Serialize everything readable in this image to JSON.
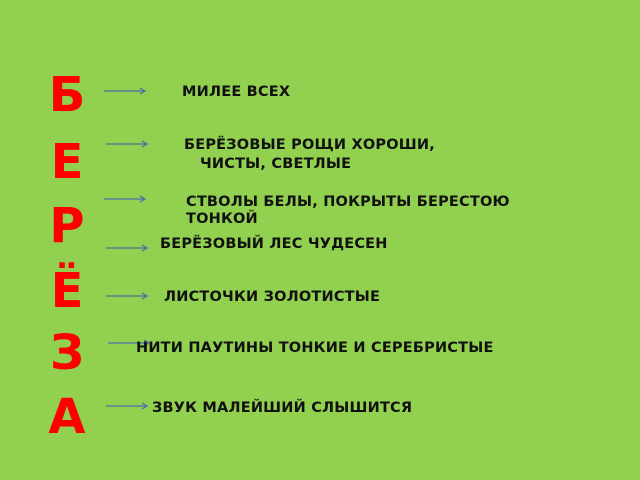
{
  "word_letters": [
    "Б",
    "Е",
    "Р",
    "Ё",
    "З",
    "А"
  ],
  "lines": [
    "МИЛЕЕ ВСЕХ",
    "БЕРЁЗОВЫЕ РОЩИ ХОРОШИ,",
    "ЧИСТЫ, СВЕТЛЫЕ",
    "СТВОЛЫ БЕЛЫ, ПОКРЫТЫ БЕРЕСТОЮ",
    "ТОНКОЙ",
    "БЕРЁЗОВЫЙ ЛЕС ЧУДЕСЕН",
    "ЛИСТОЧКИ ЗОЛОТИСТЫЕ",
    "НИТИ ПАУТИНЫ ТОНКИЕ И СЕРЕБРИСТЫЕ",
    "ЗВУК МАЛЕЙШИЙ СЛЫШИТСЯ"
  ],
  "colors": {
    "background": "#92d050",
    "letters": "#ff0000",
    "text": "#111111",
    "arrow": "#4a6fa5"
  }
}
